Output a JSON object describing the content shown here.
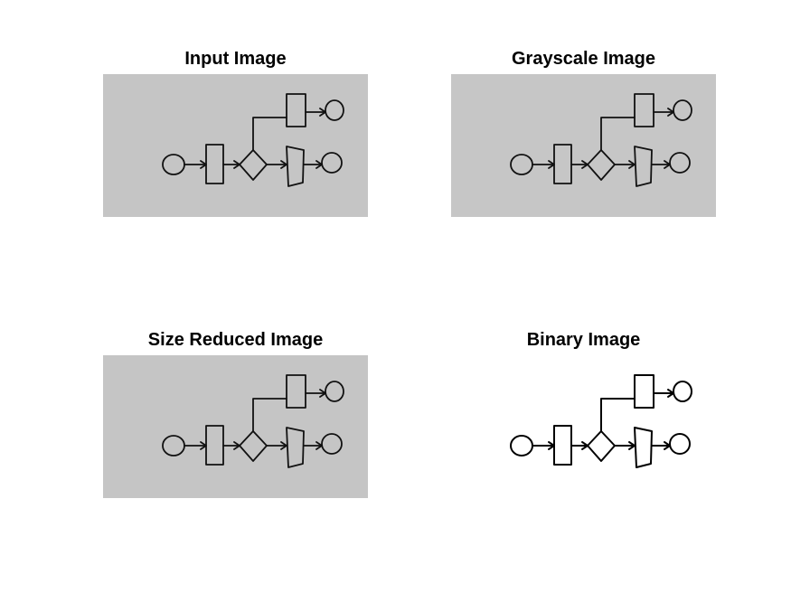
{
  "figure": {
    "panels": [
      {
        "title": "Input Image",
        "background": "#c5c5c5"
      },
      {
        "title": "Grayscale Image",
        "background": "#c6c6c6"
      },
      {
        "title": "Size Reduced Image",
        "background": "#c5c5c5"
      },
      {
        "title": "Binary Image",
        "background": "#ffffff"
      }
    ]
  },
  "colors": {
    "ink": "#111111",
    "binary_ink": "#000000"
  }
}
